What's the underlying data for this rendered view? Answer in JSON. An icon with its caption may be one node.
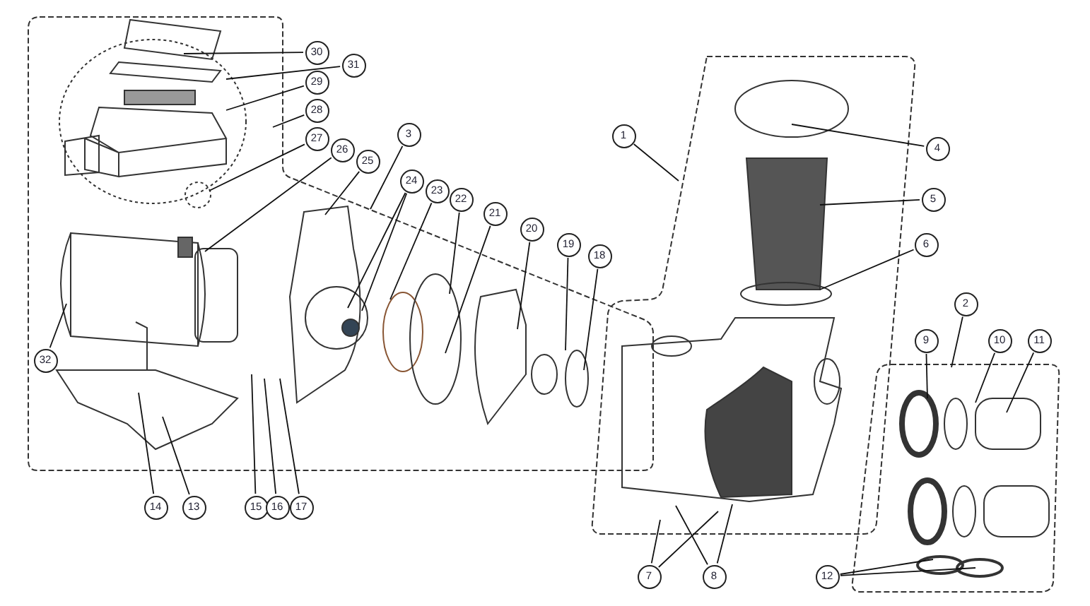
{
  "diagram": {
    "nodes": [
      {
        "text": [
          "30"
        ]
      },
      {
        "text": [
          "31"
        ]
      },
      {
        "text": [
          "29"
        ]
      },
      {
        "text": [
          "28"
        ]
      },
      {
        "text": [
          "27"
        ]
      },
      {
        "text": [
          "26"
        ]
      },
      {
        "text": [
          "25"
        ]
      },
      {
        "text": [
          "3"
        ]
      },
      {
        "text": [
          "1"
        ]
      },
      {
        "text": [
          "4"
        ]
      },
      {
        "text": [
          "24"
        ]
      },
      {
        "text": [
          "23"
        ]
      },
      {
        "text": [
          "22"
        ]
      },
      {
        "text": [
          "5"
        ]
      },
      {
        "text": [
          "21"
        ]
      },
      {
        "text": [
          "20"
        ]
      },
      {
        "text": [
          "6"
        ]
      },
      {
        "text": [
          "19"
        ]
      },
      {
        "text": [
          "18"
        ]
      },
      {
        "text": [
          "2"
        ]
      },
      {
        "text": [
          "9"
        ]
      },
      {
        "text": [
          "10"
        ]
      },
      {
        "text": [
          "11"
        ]
      },
      {
        "text": [
          "32"
        ]
      },
      {
        "text": [
          "14"
        ]
      },
      {
        "text": [
          "13"
        ]
      },
      {
        "text": [
          "15"
        ]
      },
      {
        "text": [
          "16"
        ]
      },
      {
        "text": [
          "17"
        ]
      },
      {
        "text": [
          "7"
        ]
      },
      {
        "text": [
          "8"
        ]
      },
      {
        "text": [
          "12"
        ]
      }
    ],
    "edges": [
      {
        "from": 0,
        "to": null,
        "arrow": "none"
      },
      {
        "from": 1,
        "to": null,
        "arrow": "none"
      },
      {
        "from": 2,
        "to": null,
        "arrow": "none"
      },
      {
        "from": 3,
        "to": null,
        "arrow": "none"
      },
      {
        "from": 4,
        "to": null,
        "arrow": "none"
      },
      {
        "from": 5,
        "to": null,
        "arrow": "none"
      },
      {
        "from": 6,
        "to": null,
        "arrow": "none"
      },
      {
        "from": 7,
        "to": null,
        "arrow": "none"
      },
      {
        "from": 8,
        "to": null,
        "arrow": "none"
      },
      {
        "from": 9,
        "to": null,
        "arrow": "none"
      },
      {
        "from": 10,
        "to": null,
        "arrow": "none"
      },
      {
        "from": 10,
        "to": null,
        "arrow": "none"
      },
      {
        "from": 11,
        "to": null,
        "arrow": "none"
      },
      {
        "from": 12,
        "to": null,
        "arrow": "none"
      },
      {
        "from": 13,
        "to": null,
        "arrow": "none"
      },
      {
        "from": 14,
        "to": null,
        "arrow": "none"
      },
      {
        "from": 15,
        "to": null,
        "arrow": "none"
      },
      {
        "from": 16,
        "to": null,
        "arrow": "none"
      },
      {
        "from": 17,
        "to": null,
        "arrow": "none"
      },
      {
        "from": 18,
        "to": null,
        "arrow": "none"
      },
      {
        "from": 19,
        "to": null,
        "arrow": "none"
      },
      {
        "from": 20,
        "to": null,
        "arrow": "none"
      },
      {
        "from": 21,
        "to": null,
        "arrow": "none"
      },
      {
        "from": 22,
        "to": null,
        "arrow": "none"
      },
      {
        "from": 23,
        "to": null,
        "arrow": "none"
      },
      {
        "from": 24,
        "to": null,
        "arrow": "none"
      },
      {
        "from": 25,
        "to": null,
        "arrow": "none"
      },
      {
        "from": 26,
        "to": null,
        "arrow": "none"
      },
      {
        "from": 27,
        "to": null,
        "arrow": "none"
      },
      {
        "from": 28,
        "to": null,
        "arrow": "none"
      },
      {
        "from": 29,
        "to": null,
        "arrow": "none"
      },
      {
        "from": 29,
        "to": null,
        "arrow": "none"
      },
      {
        "from": 30,
        "to": null,
        "arrow": "none"
      },
      {
        "from": 30,
        "to": null,
        "arrow": "none"
      },
      {
        "from": 31,
        "to": null,
        "arrow": "none"
      },
      {
        "from": 31,
        "to": null,
        "arrow": "none"
      }
    ]
  }
}
